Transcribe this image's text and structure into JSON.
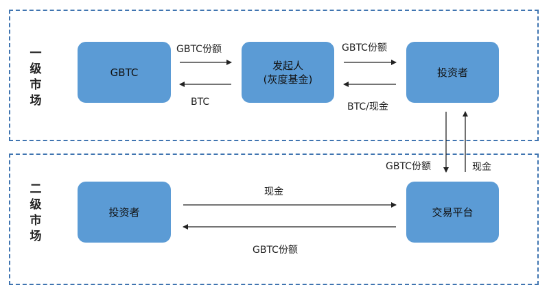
{
  "markets": {
    "primary": {
      "label_chars": [
        "一",
        "级",
        "市",
        "场"
      ]
    },
    "secondary": {
      "label_chars": [
        "二",
        "级",
        "市",
        "场"
      ]
    }
  },
  "nodes": {
    "gbtc": {
      "label": "GBTC"
    },
    "grayscale": {
      "label_line1": "发起人",
      "label_line2": "(灰度基金)"
    },
    "investor_primary": {
      "label": "投资者"
    },
    "investor_secondary": {
      "label": "投资者"
    },
    "exchange": {
      "label": "交易平台"
    }
  },
  "edges": {
    "gbtc_to_grayscale": "GBTC份额",
    "grayscale_to_gbtc": "BTC",
    "grayscale_to_investor": "GBTC份额",
    "investor_to_grayscale": "BTC/现金",
    "investor_down_to_exchange": "GBTC份额",
    "exchange_up_to_investor": "现金",
    "investor_to_exchange": "现金",
    "exchange_to_investor": "GBTC份额"
  },
  "colors": {
    "node_fill": "#5b9bd5",
    "border": "#3f74b0",
    "arrow": "#222222"
  }
}
